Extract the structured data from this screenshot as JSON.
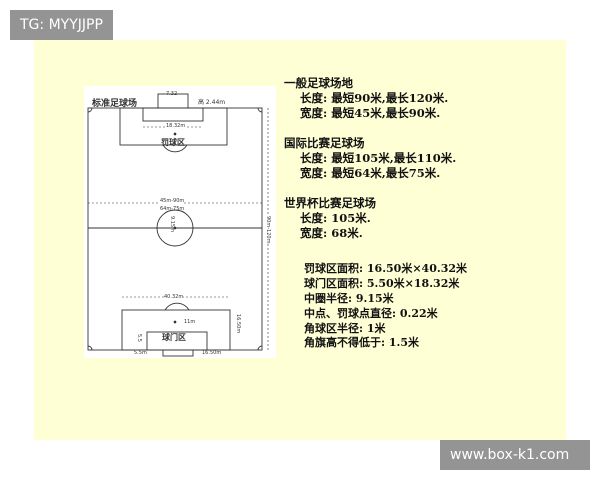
{
  "watermarks": {
    "top_left": "TG: MYYJJPP",
    "bottom_right": "www.box-k1.com"
  },
  "colors": {
    "panel": "#ffffd6",
    "tag": "#8f8f8f"
  },
  "field": {
    "title": "标准足球场",
    "goal_height": "高 2.44m",
    "goal_width": "7.32",
    "goal_area_width": "18.32m",
    "penalty_area_label": "罚球区",
    "width_range": "45m-90m",
    "intl_width_range": "64m-75m",
    "circle_radius": "9.15m",
    "length_range": "90m-120m",
    "penalty_area_width": "40.32m",
    "penalty_spot": "11m",
    "penalty_depth": "16.50m",
    "goal_area_label": "球门区",
    "goal_area_depth": "5.5m",
    "bottom_16": "16.50m",
    "side_55": "5.5"
  },
  "specs": {
    "general": {
      "title": "一般足球场地",
      "length": "长度:  最短90米,最长120米.",
      "width": "宽度:  最短45米,最长90米."
    },
    "international": {
      "title": "国际比赛足球场",
      "length": "长度:  最短105米,最长110米.",
      "width": "宽度:  最短64米,最长75米."
    },
    "world_cup": {
      "title": "世界杯比赛足球场",
      "length": "长度:  105米.",
      "width": "宽度:  68米."
    },
    "details": [
      "罚球区面积: 16.50米×40.32米",
      "球门区面积:  5.50米×18.32米",
      "中圈半径: 9.15米",
      "中点、罚球点直径: 0.22米",
      "角球区半径: 1米",
      "角旗高不得低于: 1.5米"
    ]
  }
}
